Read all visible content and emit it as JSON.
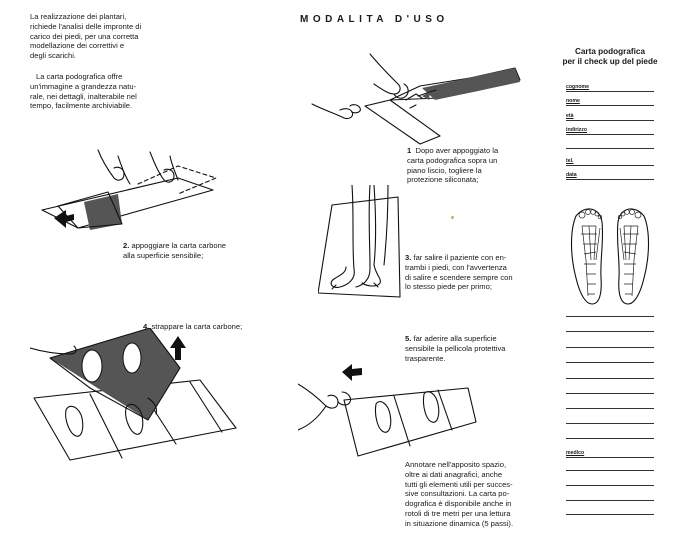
{
  "title": "MODALITA  D'USO",
  "intro": {
    "p1": [
      "La realizzazione dei plantari,",
      "richiede l'analisi delle impronte di",
      "carico dei piedi, per una corretta",
      "modellazione dei correttivi e",
      "degli scarichi."
    ],
    "p2": [
      "La carta podografica offre",
      "un'immagine a grandezza natu-",
      "rale, nei dettagli, inalterabile nel",
      "tempo, facilmente archiviabile."
    ]
  },
  "steps": {
    "s1": {
      "num": "1",
      "lines": [
        "Dopo aver appoggiato la",
        "carta podografica sopra un",
        "piano liscio, togliere la",
        "protezione siliconata;"
      ]
    },
    "s2": {
      "num": "2.",
      "lines": [
        "appoggiare la carta carbone",
        "alla superficie sensibile;"
      ]
    },
    "s3": {
      "num": "3.",
      "lines": [
        "far salire il paziente con en-",
        "trambi i piedi, con l'avvertenza",
        "di salire e scendere sempre con",
        "lo stesso piede per primo;"
      ]
    },
    "s4": {
      "num": "4.",
      "lines": [
        "strappare la carta carbone;"
      ]
    },
    "s5": {
      "num": "5.",
      "lines": [
        "far aderire alla superficie",
        "sensibile la pellicola protettiva",
        "trasparente."
      ]
    }
  },
  "closing": [
    "Annotare nell'apposito spazio,",
    "oltre ai dati anagrafici, anche",
    "tutti gli elementi utili per succes-",
    "sive consultazioni. La carta po-",
    "dografica è disponibile anche in",
    "rotoli di tre metri per una lettura",
    "in situazione dinamica (5 passi)."
  ],
  "card": {
    "title_line1": "Carta podografica",
    "title_line2": "per il check up del piede",
    "fields": {
      "cognome": "cognome",
      "nome": "nome",
      "eta": "età",
      "indirizzo": "indirizzo",
      "tel": "tel.",
      "data": "data",
      "medico": "medico"
    }
  }
}
